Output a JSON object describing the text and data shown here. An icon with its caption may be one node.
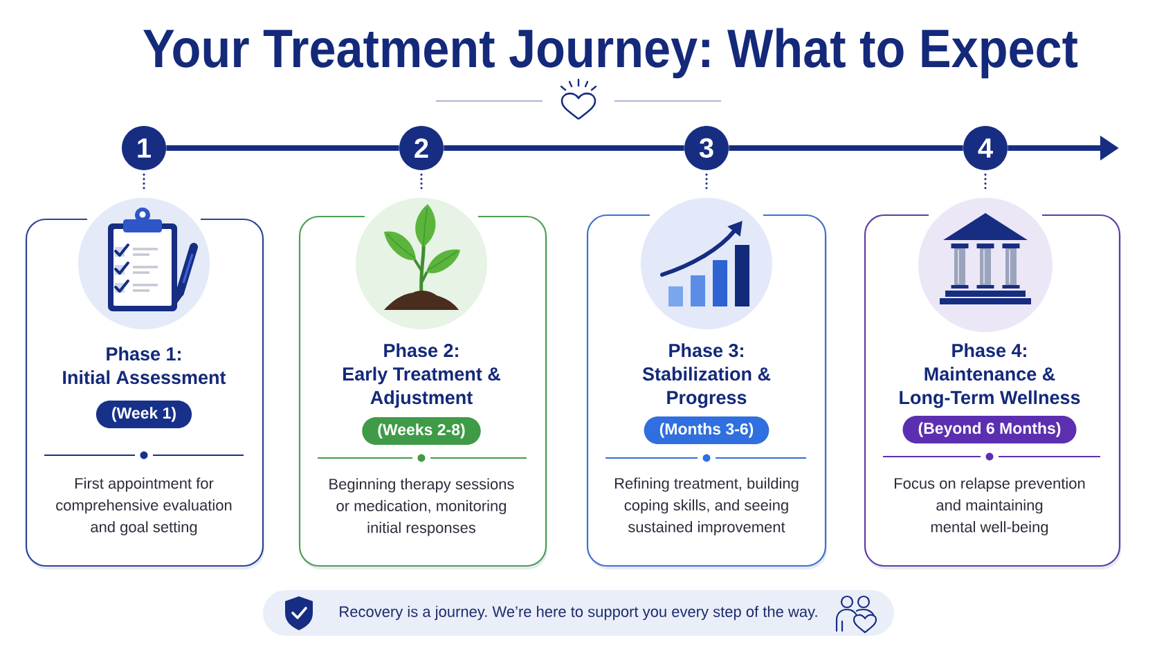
{
  "diagram": {
    "title": "Your Treatment Journey: What to Expect",
    "nodes": [
      {
        "text": [
          "1"
        ]
      },
      {
        "text": [
          "2"
        ]
      },
      {
        "text": [
          "3"
        ]
      },
      {
        "text": [
          "4"
        ]
      },
      {
        "text": [
          "Phase 1: Initial Assessment",
          "First appointment for comprehensive evaluation and goal setting"
        ]
      },
      {
        "text": [],
        "shape": "picture"
      },
      {
        "text": [
          "(Week 1)"
        ],
        "in": 4
      },
      {
        "text": [
          "Phase 2: Early Treatment & Adjustment",
          "Beginning therapy sessions or medication, monitoring initial responses"
        ]
      },
      {
        "text": [],
        "shape": "picture"
      },
      {
        "text": [
          "(Weeks 2-8)"
        ],
        "in": 7
      },
      {
        "text": [
          "Phase 3: Stabilization & Progress",
          "Refining treatment, building coping skills, and seeing sustained improvement"
        ]
      },
      {
        "text": [],
        "shape": "picture"
      },
      {
        "text": [
          "(Months 3-6)"
        ],
        "in": 10
      },
      {
        "text": [
          "Phase 4: Maintenance & Long-Term Wellness",
          "Focus on relapse prevention and maintaining mental well-being"
        ]
      },
      {
        "text": [],
        "shape": "picture"
      },
      {
        "text": [
          "(Beyond 6 Months)"
        ],
        "in": 13
      },
      {
        "text": [
          "Recovery is a journey. We’re here to support you every step of the way."
        ]
      }
    ],
    "edges": [
      {
        "from": 0,
        "to": 1,
        "arrow": "none",
        "style": "thick"
      },
      {
        "from": 1,
        "to": 2,
        "arrow": "none",
        "style": "thick"
      },
      {
        "from": 2,
        "to": 3,
        "arrow": "none",
        "style": "thick"
      },
      {
        "from": 3,
        "to": null,
        "arrow": "to",
        "style": "thick"
      },
      {
        "from": 0,
        "to": 5,
        "arrow": "none",
        "style": "dashed"
      },
      {
        "from": 1,
        "to": 8,
        "arrow": "none",
        "style": "dashed"
      },
      {
        "from": 2,
        "to": 11,
        "arrow": "none",
        "style": "dashed"
      },
      {
        "from": 3,
        "to": 14,
        "arrow": "none",
        "style": "dashed"
      }
    ]
  }
}
